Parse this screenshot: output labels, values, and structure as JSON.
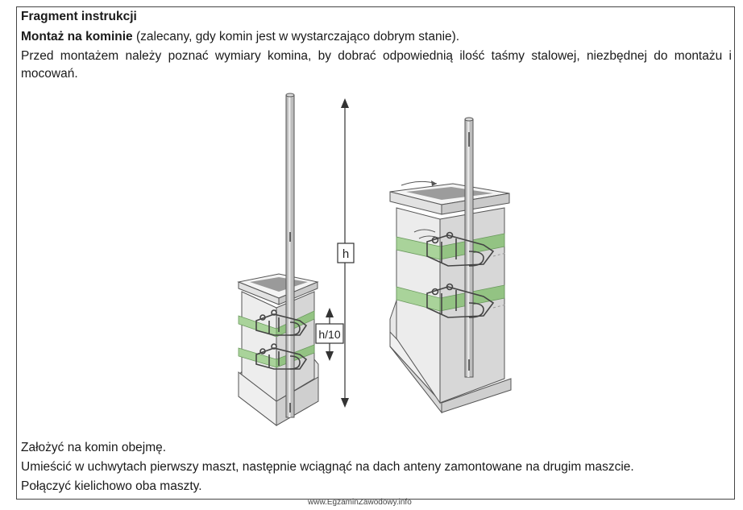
{
  "heading": "Fragment instrukcji",
  "section": {
    "title_bold": "Montaż na kominie",
    "title_rest": " (zalecany, gdy komin jest w wystarczająco dobrym stanie)."
  },
  "intro": "Przed montażem należy poznać wymiary komina, by dobrać odpowiednią ilość taśmy stalowej, niezbędnej do montażu i mocowań.",
  "figure": {
    "label_h": "h",
    "label_h10": "h/10"
  },
  "steps": [
    "Założyć na komin obejmę.",
    "Umieścić w uchwytach pierwszy maszt, następnie wciągnąć na dach anteny zamontowane na drugim maszcie.",
    "Połączyć kielichowo oba maszty."
  ],
  "watermark": "www.EgzaminZawodowy.info"
}
